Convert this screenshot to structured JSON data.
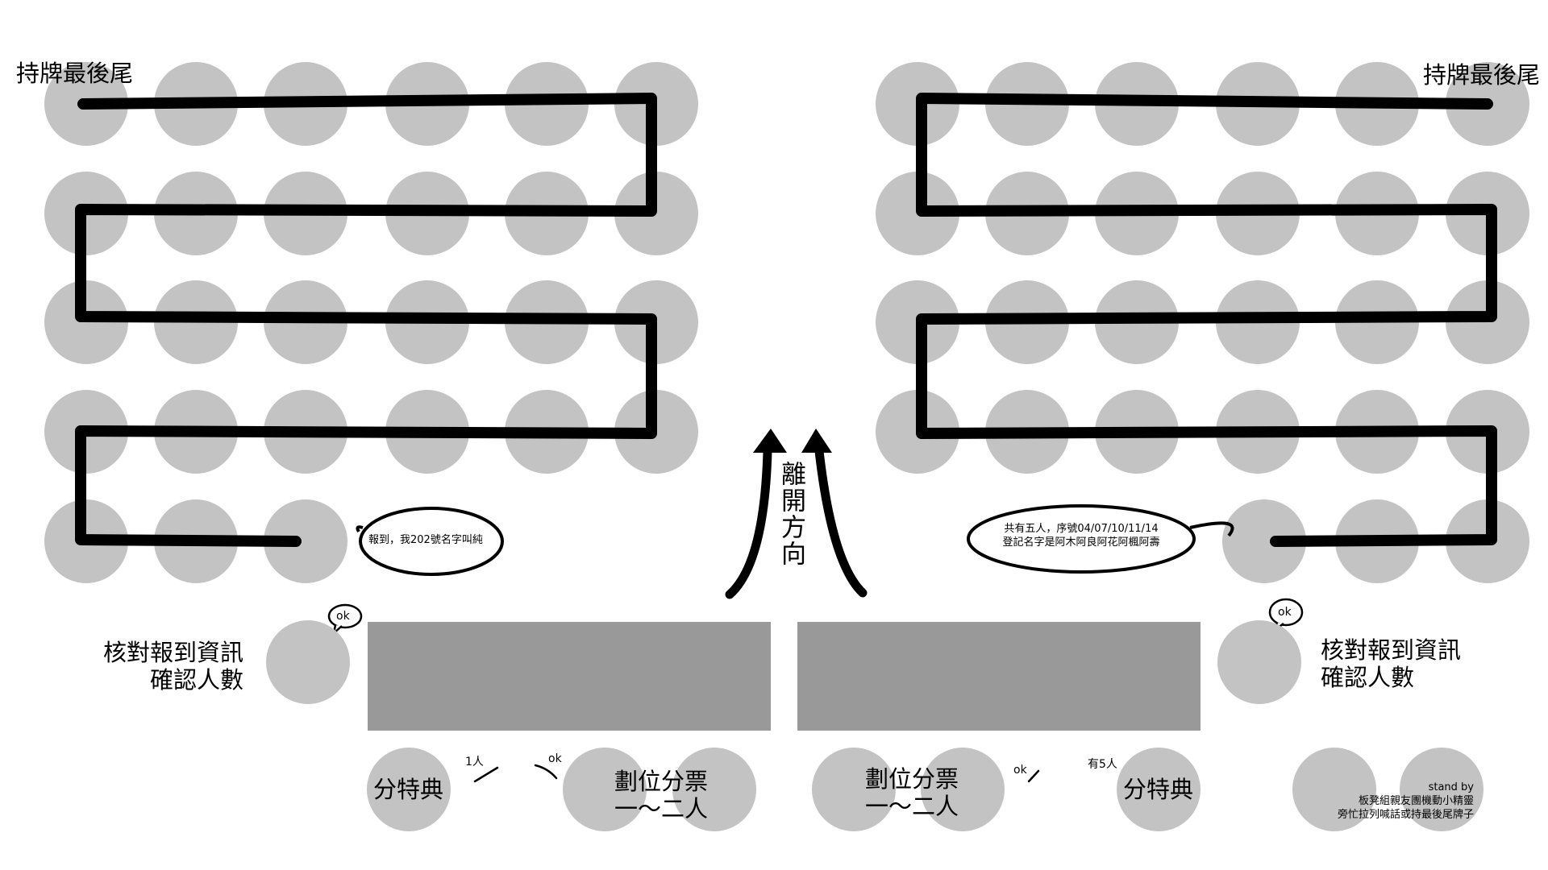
{
  "labels": {
    "tail_left": "持牌最後尾",
    "tail_right": "持牌最後尾",
    "exit_direction": "離開方向",
    "verify_left_line1": "核對報到資訊",
    "verify_left_line2": "確認人數",
    "verify_right_line1": "核對報到資訊",
    "verify_right_line2": "確認人數",
    "bonus_left": "分特典",
    "bonus_right": "分特典",
    "seat_left_line1": "劃位分票",
    "seat_left_line2": "一～二人",
    "seat_right_line1": "劃位分票",
    "seat_right_line2": "一～二人",
    "bubble_left": "報到，我202號名字叫純",
    "bubble_right_line1": "共有五人，序號04/07/10/11/14",
    "bubble_right_line2": "登記名字是阿木阿良阿花阿楓阿壽",
    "ok_verify_left": "ok",
    "ok_verify_right": "ok",
    "one_person": "1人",
    "ok_seat_left": "ok",
    "ok_seat_right": "ok",
    "five_people": "有5人",
    "standby_line1": "stand by",
    "standby_line2": "板凳組親友團機動小精靈",
    "standby_line3": "旁忙拉列喊話或持最後尾牌子"
  },
  "colors": {
    "person": "#c3c3c3",
    "table": "#999999",
    "line": "#000000",
    "background": "#ffffff"
  }
}
